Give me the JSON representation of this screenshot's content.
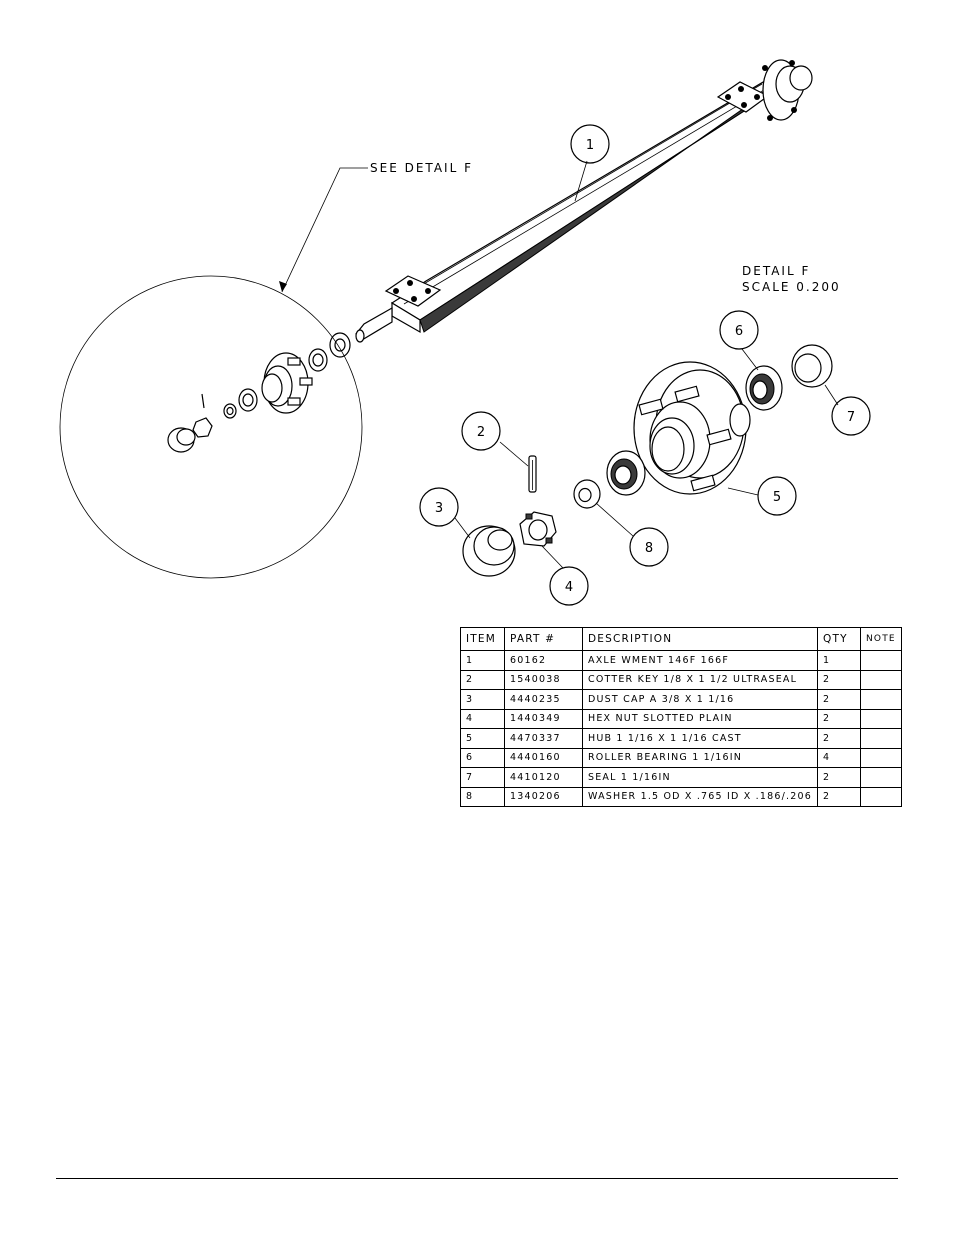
{
  "labels": {
    "see_detail": "SEE DETAIL  F",
    "detail_title": "DETAIL  F",
    "detail_scale": "SCALE  0.200"
  },
  "balloons": [
    {
      "id": "1"
    },
    {
      "id": "2"
    },
    {
      "id": "3"
    },
    {
      "id": "4"
    },
    {
      "id": "5"
    },
    {
      "id": "6"
    },
    {
      "id": "7"
    },
    {
      "id": "8"
    }
  ],
  "bom": {
    "headers": [
      "ITEM",
      "PART #",
      "DESCRIPTION",
      "QTY",
      "NOTE"
    ],
    "rows": [
      {
        "item": "1",
        "part": "60162",
        "desc": "AXLE WMENT   146F 166F",
        "qty": "1",
        "note": ""
      },
      {
        "item": "2",
        "part": "1540038",
        "desc": "COTTER KEY 1/8 X 1 1/2 ULTRASEAL",
        "qty": "2",
        "note": ""
      },
      {
        "item": "3",
        "part": "4440235",
        "desc": "DUST CAP A 3/8 X 1 1/16",
        "qty": "2",
        "note": ""
      },
      {
        "item": "4",
        "part": "1440349",
        "desc": "HEX NUT SLOTTED PLAIN",
        "qty": "2",
        "note": ""
      },
      {
        "item": "5",
        "part": "4470337",
        "desc": "HUB   1 1/16 X 1 1/16 CAST",
        "qty": "2",
        "note": ""
      },
      {
        "item": "6",
        "part": "4440160",
        "desc": "ROLLER BEARING   1 1/16IN",
        "qty": "4",
        "note": ""
      },
      {
        "item": "7",
        "part": "4410120",
        "desc": "SEAL  1 1/16IN",
        "qty": "2",
        "note": ""
      },
      {
        "item": "8",
        "part": "1340206",
        "desc": "WASHER 1.5 OD X .765 ID X .186/.206",
        "qty": "2",
        "note": ""
      }
    ]
  }
}
